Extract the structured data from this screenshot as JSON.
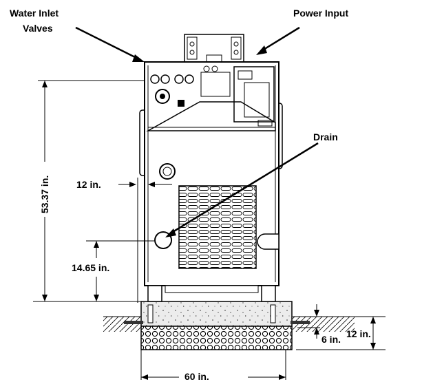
{
  "labels": {
    "water_inlet_line1": "Water Inlet",
    "water_inlet_line2": "Valves",
    "power_input": "Power Input",
    "drain": "Drain",
    "height_total": "53.37 in.",
    "drain_offset": "12 in.",
    "drain_height": "14.65 in.",
    "depth_12": "12 in.",
    "depth_6": "6 in.",
    "width_60": "60 in."
  }
}
